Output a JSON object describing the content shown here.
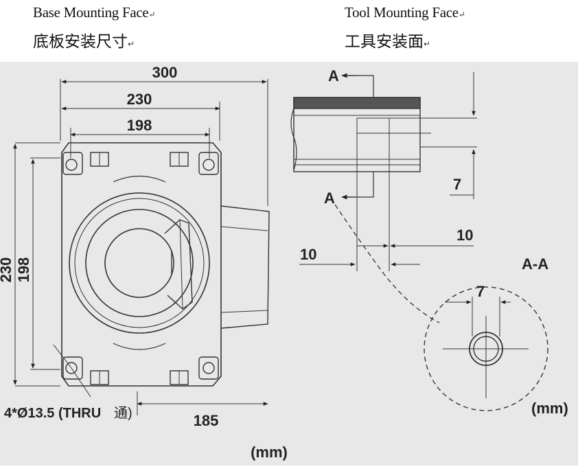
{
  "headers": {
    "base": {
      "en": "Base Mounting Face",
      "cn": "底板安装尺寸",
      "mark": "↵"
    },
    "tool": {
      "en": "Tool Mounting Face",
      "cn": "工具安装面",
      "mark": "↵"
    }
  },
  "base_view": {
    "dim_width_outer": "300",
    "dim_width_mid": "230",
    "dim_width_inner": "198",
    "dim_height_outer": "230",
    "dim_height_inner": "198",
    "hole_note": "4*Ø13.5 (THRU",
    "hole_note_cn": "通)",
    "dim_offset": "185",
    "unit": "(mm)"
  },
  "tool_view": {
    "section_label_top": "A",
    "section_label_bottom": "A",
    "dim_depth": "7",
    "dim_slot_right": "10",
    "dim_slot_left": "10",
    "section_title": "A-A",
    "dim_hole": "7",
    "unit": "(mm)"
  }
}
